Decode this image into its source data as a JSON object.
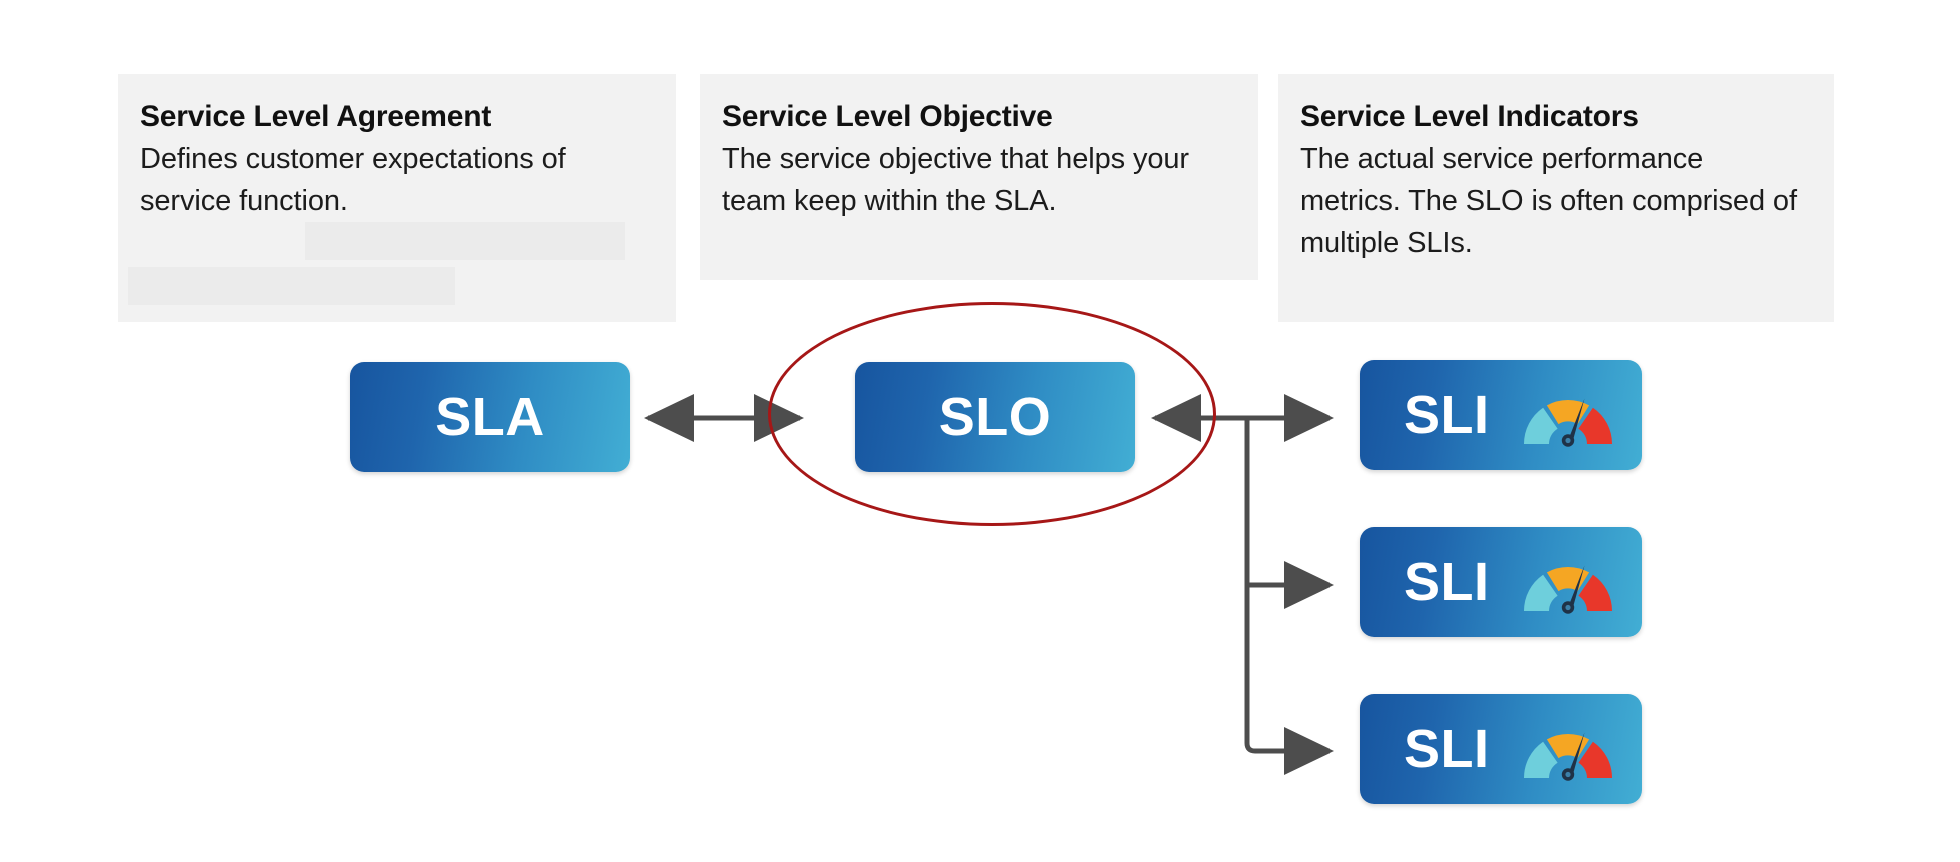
{
  "diagram": {
    "title": "SLA / SLO / SLI relationship diagram",
    "background_color": "#ffffff"
  },
  "cards": [
    {
      "id": "sla",
      "title": "Service Level Agreement",
      "body": "Defines customer expectations of service function.",
      "background_color": "#f2f2f2",
      "redactions": 2
    },
    {
      "id": "slo",
      "title": "Service Level Objective",
      "body": "The service objective that helps your team keep within the SLA.",
      "background_color": "#f2f2f2",
      "redactions": 0
    },
    {
      "id": "sli",
      "title": "Service Level Indicators",
      "body": "The actual service performance metrics. The SLO is often comprised of multiple SLIs.",
      "background_color": "#f2f2f2",
      "redactions": 0
    }
  ],
  "nodes": {
    "sla": {
      "label": "SLA"
    },
    "slo": {
      "label": "SLO"
    },
    "sli": [
      {
        "label": "SLI",
        "icon": "gauge-icon"
      },
      {
        "label": "SLI",
        "icon": "gauge-icon"
      },
      {
        "label": "SLI",
        "icon": "gauge-icon"
      }
    ]
  },
  "highlight": {
    "target": "SLO",
    "shape": "ellipse",
    "color": "#a61717"
  },
  "connectors": {
    "color": "#4d4d4d",
    "sla_slo": "double-arrow",
    "slo_sli": "branching-arrows",
    "branch_count": 3
  },
  "gauge_icon": {
    "segments": [
      {
        "name": "low",
        "color": "#6ecfdc"
      },
      {
        "name": "medium",
        "color": "#f5a623"
      },
      {
        "name": "high",
        "color": "#e8372a"
      }
    ],
    "needle_color": "#1f3247"
  },
  "colors": {
    "node_gradient_start": "#17559f",
    "node_gradient_end": "#42aed4",
    "card_background": "#f2f2f2",
    "redaction": "#ebebeb",
    "arrow": "#4d4d4d",
    "highlight_red": "#a61717",
    "text_dark": "#111111"
  }
}
